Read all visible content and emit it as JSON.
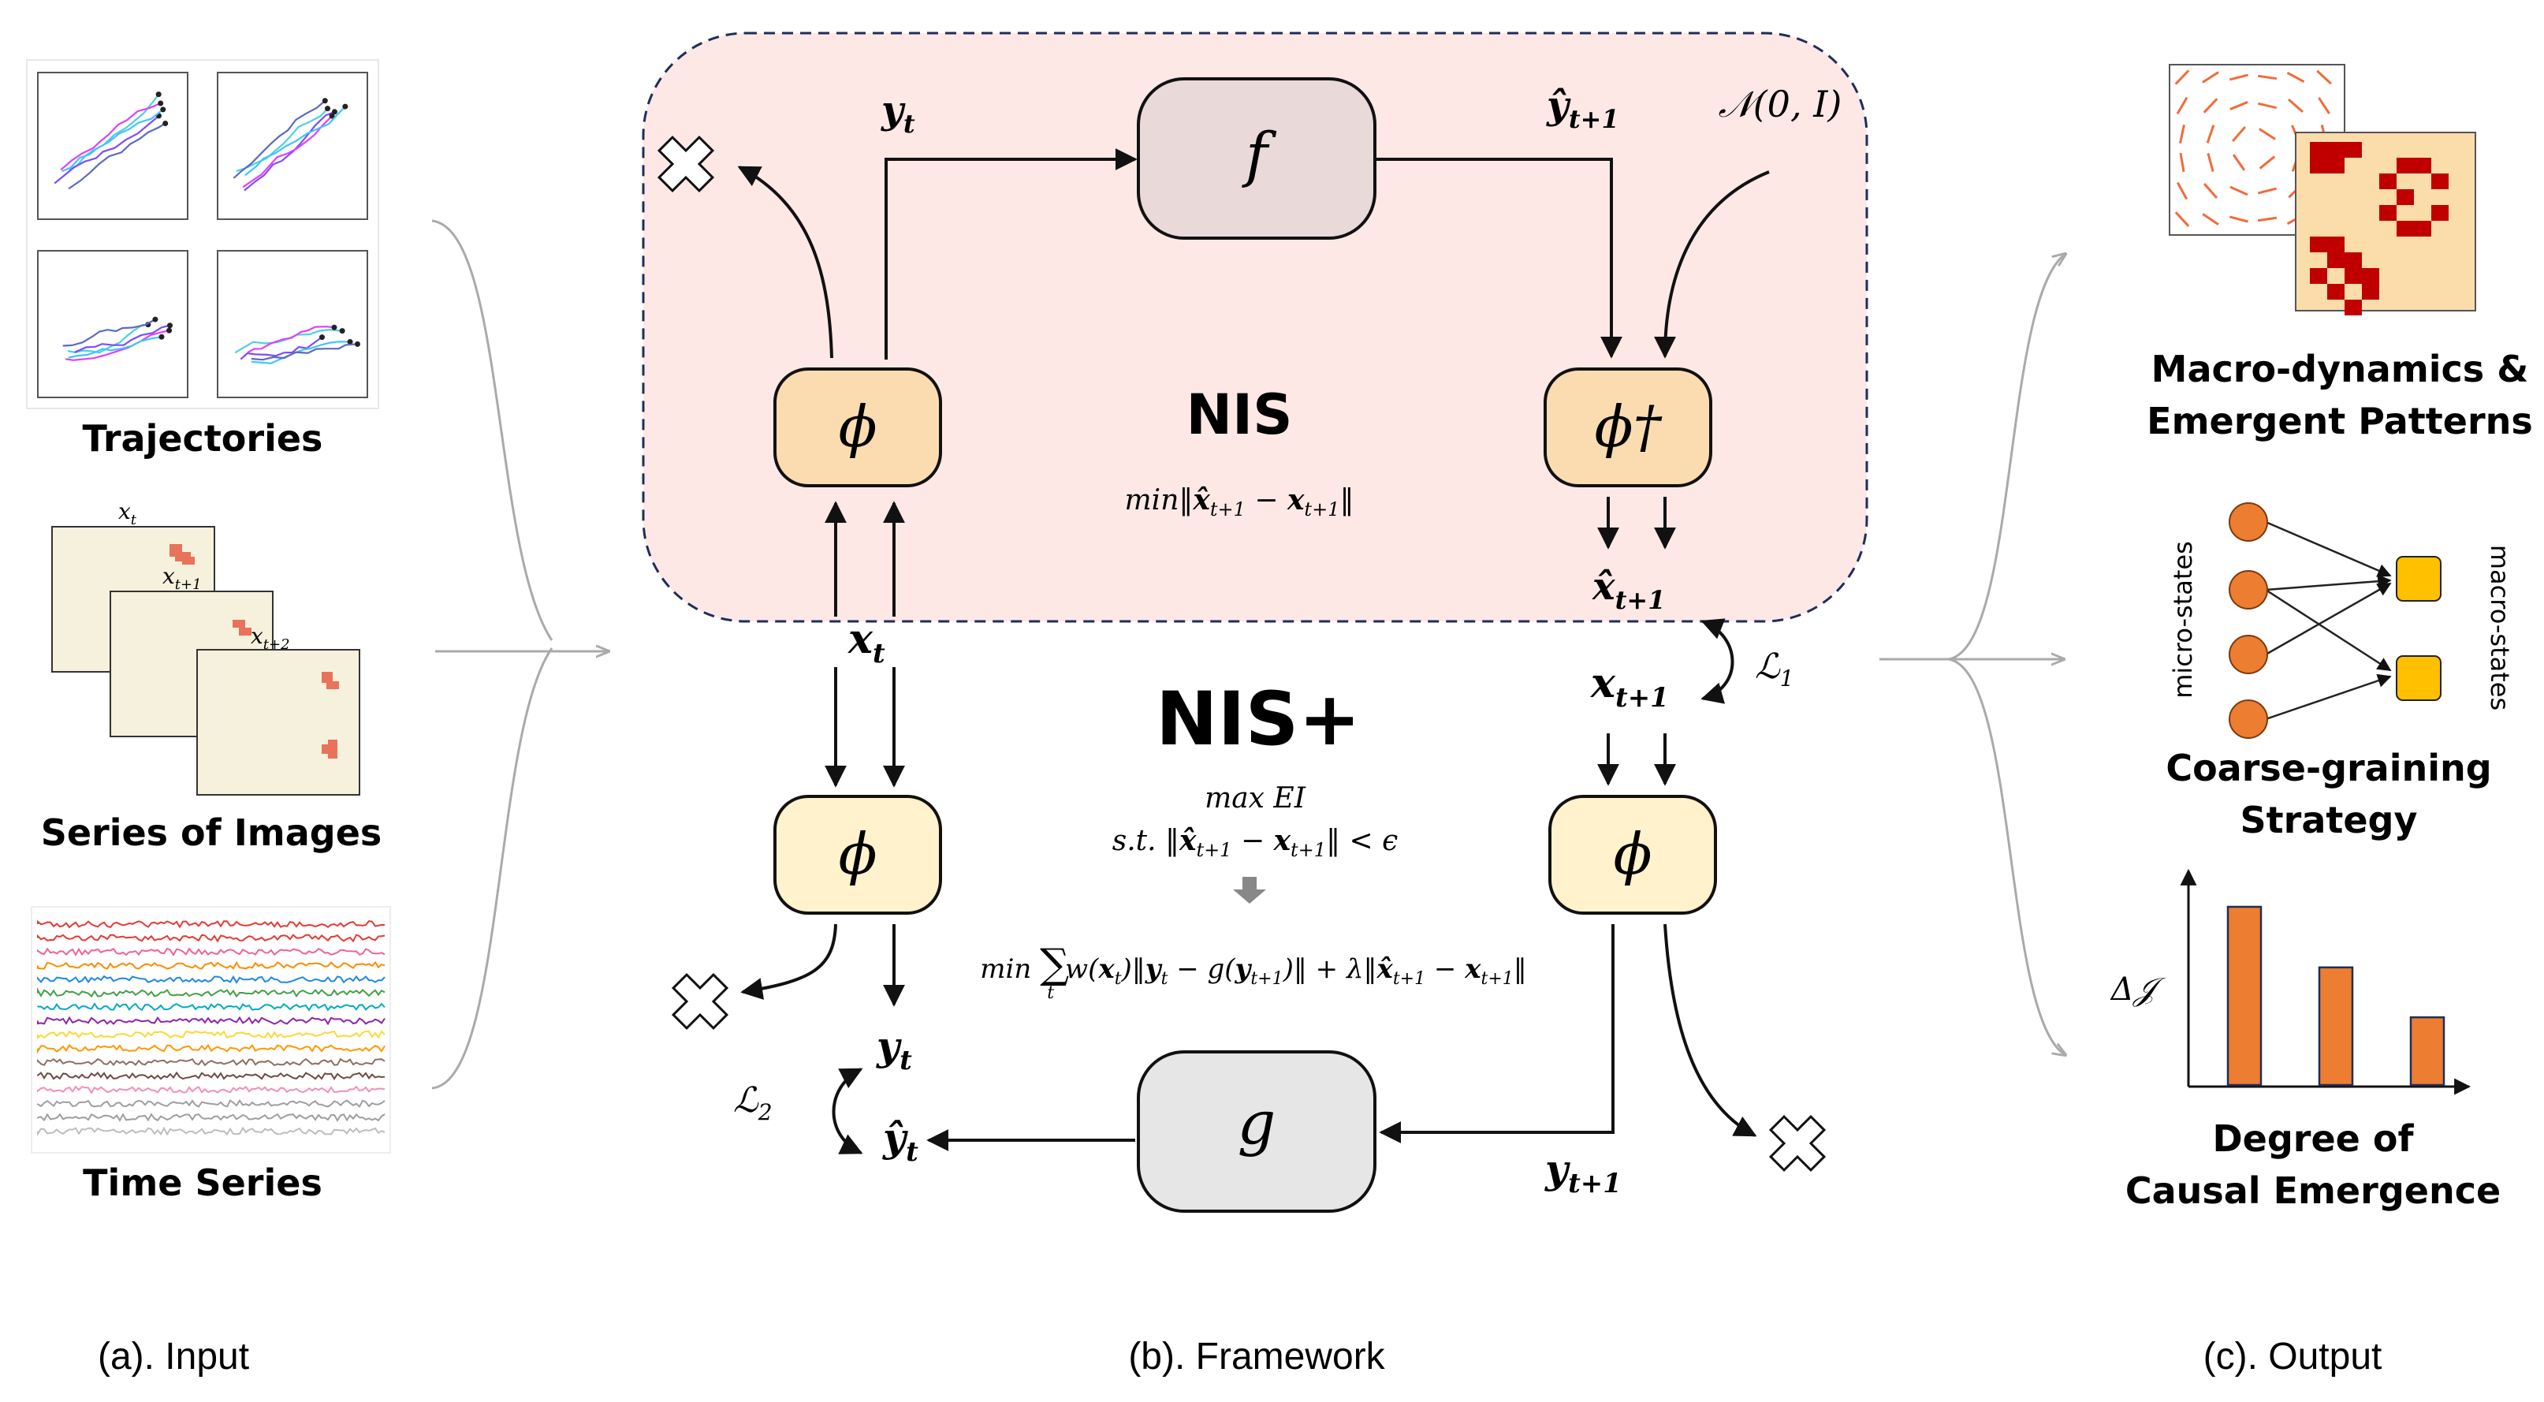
{
  "input": {
    "trajectories_label": "Trajectories",
    "images_label": "Series of Images",
    "timeseries_label": "Time Series",
    "img_label_xt": "x",
    "img_label_xt_sub": "t",
    "img_label_xt1": "x",
    "img_label_xt1_sub": "t+1",
    "img_label_xt2": "x",
    "img_label_xt2_sub": "t+2",
    "caption": "(a). Input"
  },
  "framework": {
    "caption": "(b). Framework",
    "nis_title": "NIS",
    "nis_objective": "min‖x̂t+1 − xt+1‖",
    "nisplus_title": "NIS+",
    "nisplus_obj_line1": "max EI",
    "nisplus_obj_line2": "s.t. ‖x̂t+1 − xt+1‖ < ϵ",
    "nisplus_obj_line3": "min Σt w(xt)‖yt − g(yt+1)‖ + λ‖x̂t+1 − xt+1‖",
    "f_label": "f",
    "g_label": "g",
    "phi_label": "ϕ",
    "phi_dagger_label": "ϕ†",
    "noise_label": "𝒩(0, I)",
    "y_t": "y",
    "sub_t": "t",
    "sub_t1": "t+1",
    "x_t": "x",
    "loss1": "ℒ",
    "loss1_sub": "1",
    "loss2": "ℒ",
    "loss2_sub": "2"
  },
  "output": {
    "caption": "(c). Output",
    "macro_label_1": "Macro-dynamics &",
    "macro_label_2": "Emergent Patterns",
    "coarse_label_1": "Coarse-graining",
    "coarse_label_2": "Strategy",
    "micro_states": "micro-states",
    "macro_states": "macro-states",
    "emergence_label_1": "Degree of",
    "emergence_label_2": "Causal Emergence",
    "delta_j": "Δ𝒥"
  },
  "colors": {
    "nis_bg": "#fde8e6",
    "phi_top": "#fbdcb0",
    "phi_bottom": "#fff2cc",
    "f_box": "#ead9d9",
    "g_box": "#e6e6e6",
    "orange": "#ed7d31",
    "gold": "#ffc000",
    "cream": "#f5f1dc",
    "pattern_bg": "#fbdcab",
    "pattern_red": "#c00000"
  },
  "chart_data": {
    "type": "bar",
    "categories": [
      "",
      "",
      ""
    ],
    "values": [
      100,
      66,
      38
    ],
    "ylim": [
      0,
      100
    ],
    "ylabel": "Δ𝒥",
    "xlabel": ""
  }
}
